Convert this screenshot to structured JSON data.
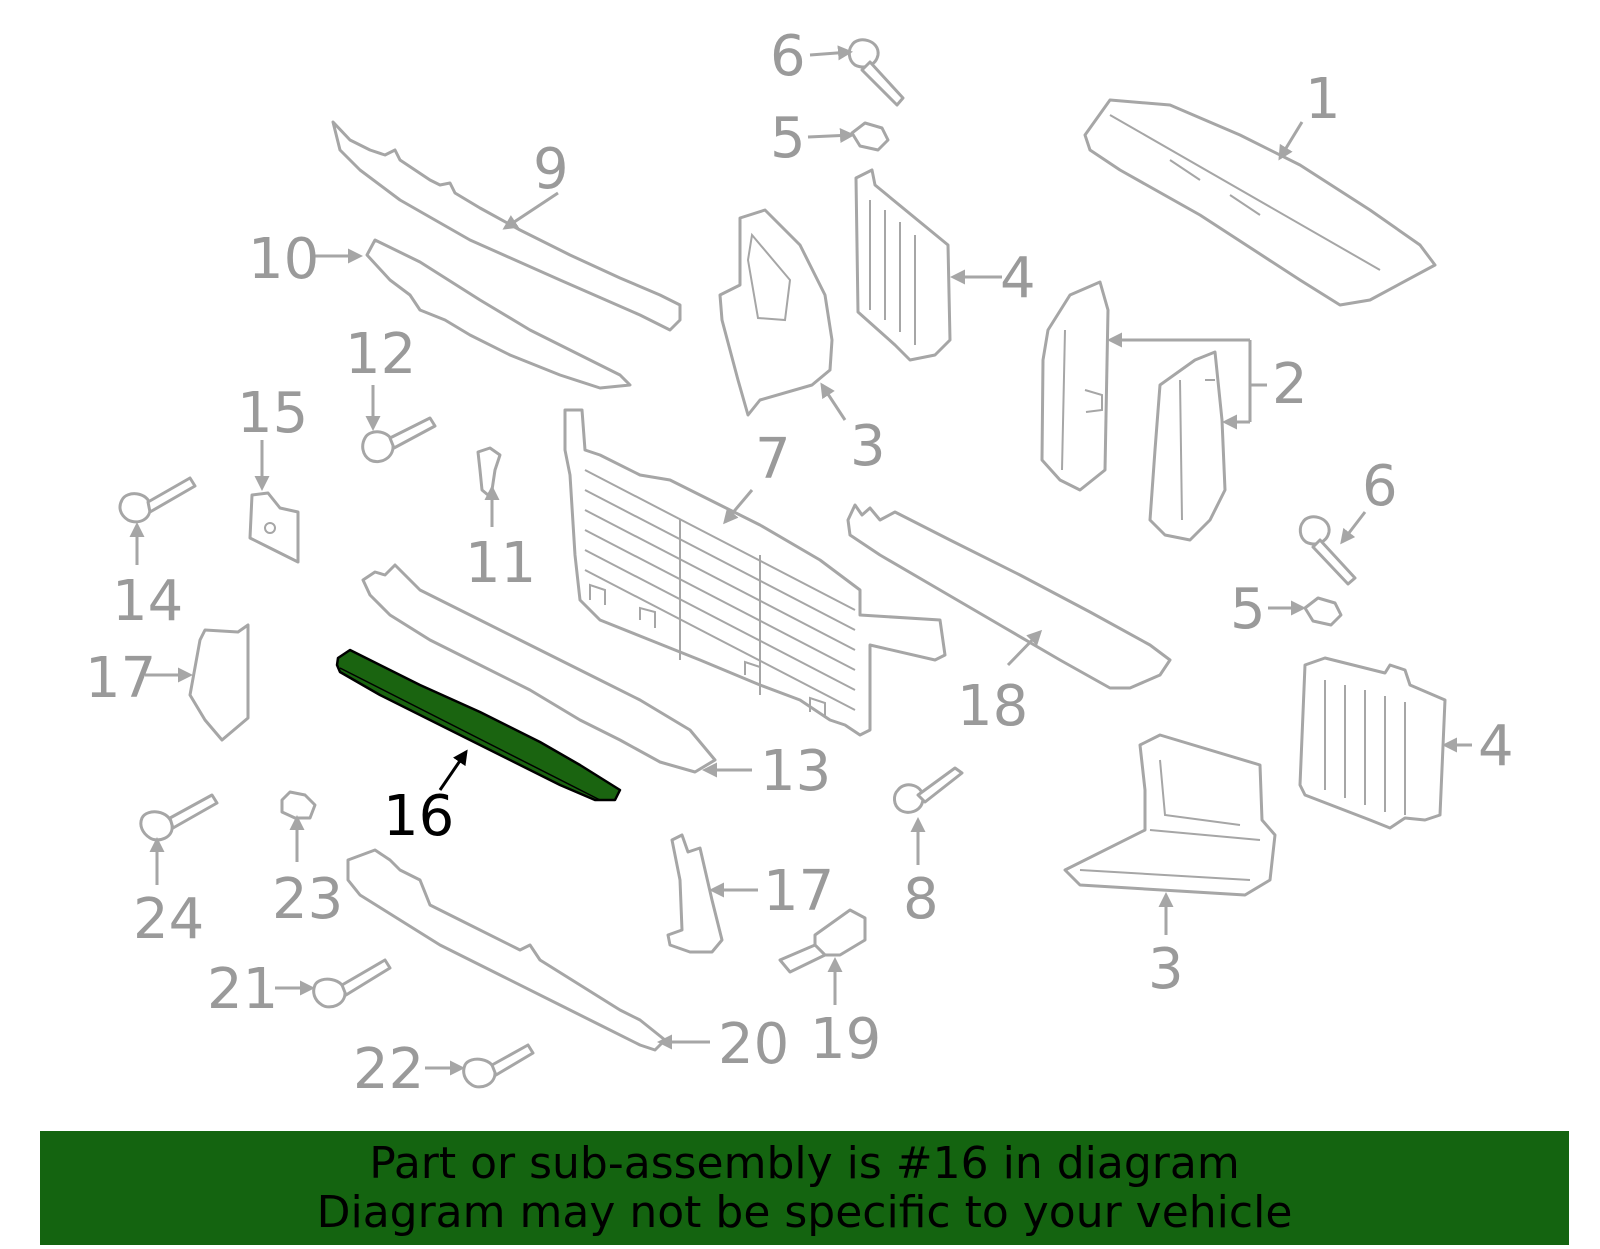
{
  "colors": {
    "part_stroke": "#a6a6a6",
    "label_gray": "#9a9a9a",
    "highlight": "#1a6410",
    "banner_bg": "#146410",
    "banner_text": "#000000"
  },
  "callouts": {
    "c1": "1",
    "c2": "2",
    "c3a": "3",
    "c3b": "3",
    "c4a": "4",
    "c4b": "4",
    "c5a": "5",
    "c5b": "5",
    "c6a": "6",
    "c6b": "6",
    "c7": "7",
    "c8": "8",
    "c9": "9",
    "c10": "10",
    "c11": "11",
    "c12": "12",
    "c13": "13",
    "c14": "14",
    "c15": "15",
    "c16": "16",
    "c17a": "17",
    "c17b": "17",
    "c18": "18",
    "c19": "19",
    "c20": "20",
    "c21": "21",
    "c22": "22",
    "c23": "23",
    "c24": "24"
  },
  "highlighted_part": "16",
  "banner": {
    "line1": "Part or sub-assembly is #16 in diagram",
    "line2": "Diagram may not be specific to your vehicle"
  }
}
